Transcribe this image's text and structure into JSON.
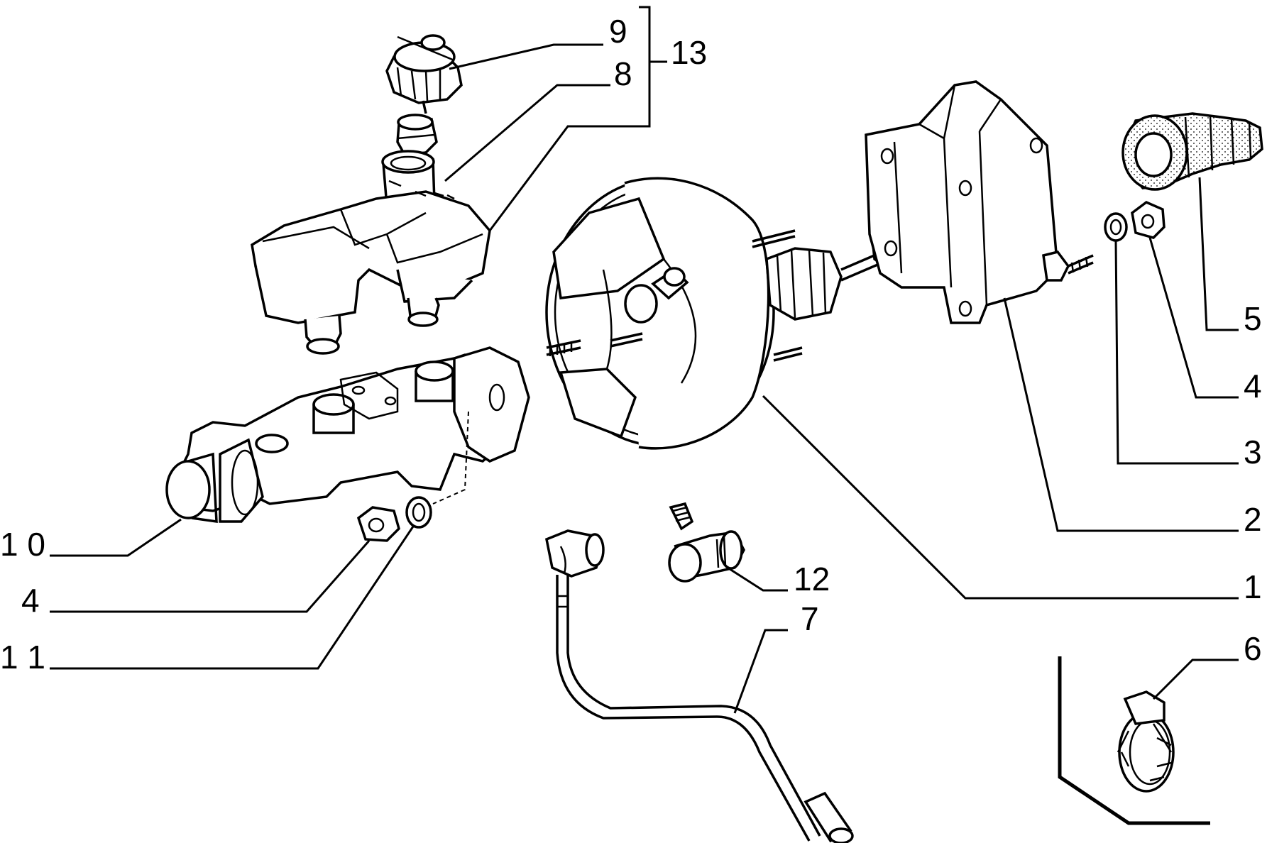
{
  "diagram": {
    "callouts": {
      "c1": "1",
      "c2": "2",
      "c3": "3",
      "c4_right": "4",
      "c5": "5",
      "c6": "6",
      "c7": "7",
      "c8": "8",
      "c9": "9",
      "c10": "1 0",
      "c4_left": "4",
      "c11": "1 1",
      "c12": "12",
      "c13": "13"
    },
    "colors": {
      "line": "#000000",
      "background": "#ffffff"
    }
  }
}
